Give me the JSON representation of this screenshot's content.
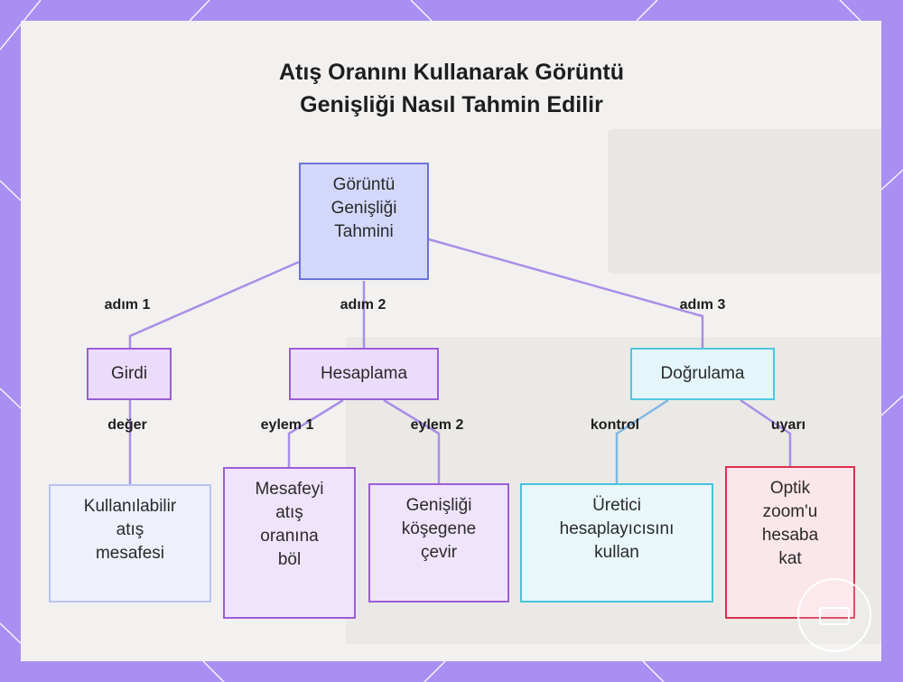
{
  "title_lines": [
    "Atış Oranını Kullanarak Görüntü",
    "Genişliği Nasıl Tahmin Edilir"
  ],
  "nodes": {
    "root": "Görüntü\nGenişliği\nTahmini",
    "girdi": "Girdi",
    "hesaplama": "Hesaplama",
    "dogrulama": "Doğrulama",
    "mesafe": "Kullanılabilir\natış\nmesafesi",
    "bol": "Mesafeyi\natış\noranına\nböl",
    "cevir": "Genişliği\nköşegene\nçevir",
    "uretici": "Üretici\nhesaplayıcısını\nkullan",
    "zoom": "Optik\nzoom'u\nhesaba\nkat"
  },
  "edge_labels": {
    "adim1": "adım 1",
    "adim2": "adım 2",
    "adim3": "adım 3",
    "deger": "değer",
    "eylem1": "eylem 1",
    "eylem2": "eylem 2",
    "kontrol": "kontrol",
    "uyari": "uyarı"
  },
  "colors": {
    "frame": "#a98ff2",
    "root_fill": "#d3d8fb",
    "root_border": "#6b73d6",
    "purple_border": "#9b5ed6",
    "cyan_border": "#4fc6e0",
    "red_border": "#d8334e",
    "edge_purple": "#a98ee8",
    "edge_cyan": "#7fb8e6"
  }
}
